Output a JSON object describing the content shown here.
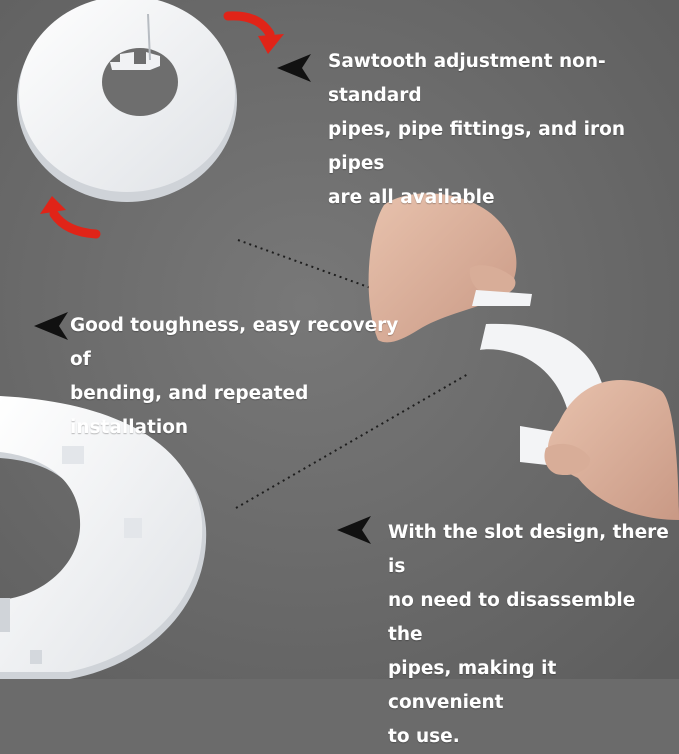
{
  "captions": {
    "sawtooth": "Sawtooth adjustment non-standard\npipes, pipe fittings, and iron pipes\nare all available",
    "toughness": "Good toughness, easy recovery of\nbending, and repeated installation",
    "slot": "With the slot design, there is\nno need to disassemble the\npipes, making it convenient\n to use."
  },
  "colors": {
    "background": "#6b6b6b",
    "text": "#ffffff",
    "arrow_accent": "#e02418",
    "pointer": "#111111",
    "plastic": "#f4f5f6"
  },
  "icons": [
    "rotate-arrow-icon",
    "pointer-arrow-icon"
  ]
}
